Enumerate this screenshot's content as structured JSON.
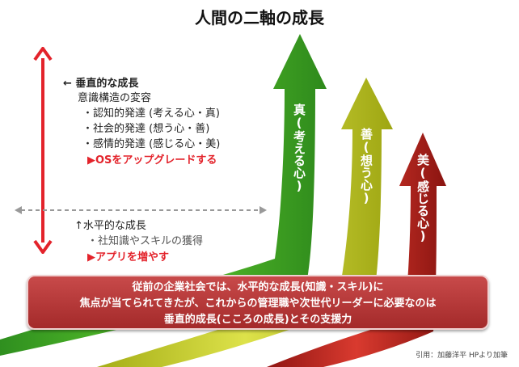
{
  "title": "人間の二軸の成長",
  "vertical": {
    "heading": "← 垂直的な成長",
    "subheading": "意識構造の変容",
    "items": [
      "・認知的発達 (考える心・真)",
      "・社会的発達 (想う心・善)",
      "・感情的発達 (感じる心・美)"
    ],
    "emphasis": "▶OSをアップグレードする"
  },
  "horizontal": {
    "heading": "↑水平的な成長",
    "item": "・社知識やスキルの獲得",
    "emphasis": "▶アプリを増やす"
  },
  "arrows": [
    {
      "label": "真(考える心)",
      "color": "#4caf2a"
    },
    {
      "label": "善(想う心)",
      "color": "#c6cf2a"
    },
    {
      "label": "美(感じる心)",
      "color": "#c8221f"
    }
  ],
  "callout": {
    "lines": [
      "従前の企業社会では、水平的な成長(知識・スキル)に",
      "焦点が当てられてきたが、これからの管理職や次世代リーダーに必要なのは",
      "垂直的成長(こころの成長)とその支援力"
    ]
  },
  "source": "引用：加藤洋平 HPより加筆"
}
